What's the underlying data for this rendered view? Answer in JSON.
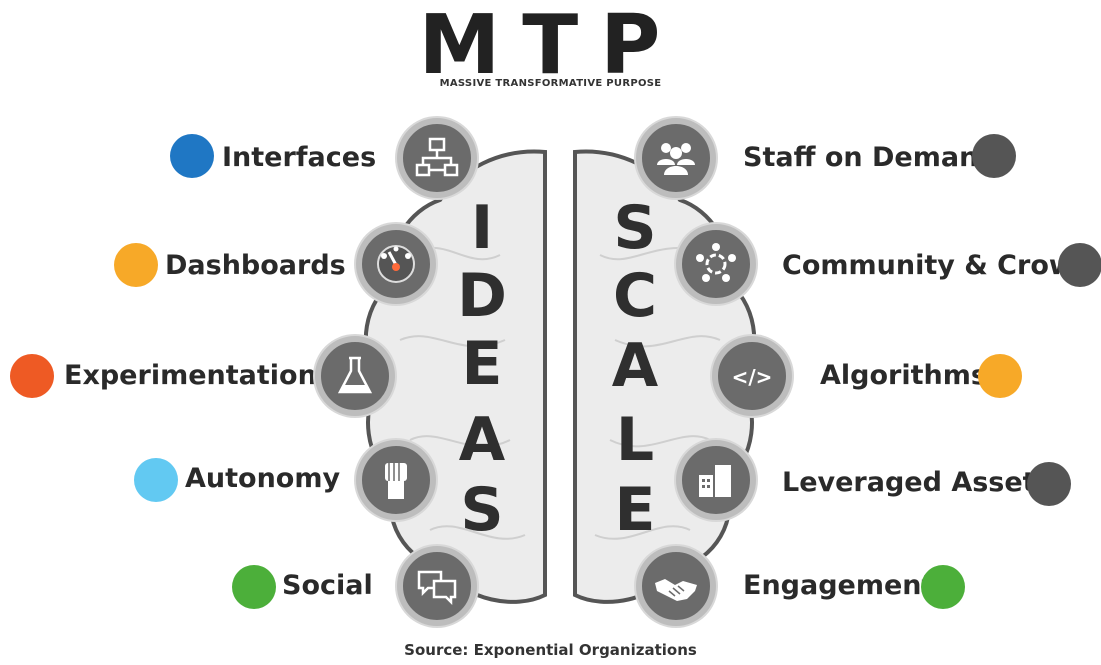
{
  "header": {
    "title": "MTP",
    "subtitle": "MASSIVE TRANSFORMATIVE PURPOSE"
  },
  "left_word": [
    "I",
    "D",
    "E",
    "A",
    "S"
  ],
  "right_word": [
    "S",
    "C",
    "A",
    "L",
    "E"
  ],
  "left_items": [
    {
      "label": "Interfaces",
      "color": "#1f77c4",
      "icon": "flowchart-icon"
    },
    {
      "label": "Dashboards",
      "color": "#f7a928",
      "icon": "dashboard-gauge-icon"
    },
    {
      "label": "Experimentation",
      "color": "#ee5a24",
      "icon": "flask-icon"
    },
    {
      "label": "Autonomy",
      "color": "#62c9f2",
      "icon": "fist-icon"
    },
    {
      "label": "Social",
      "color": "#4caf3a",
      "icon": "chat-bubbles-icon"
    }
  ],
  "right_items": [
    {
      "label": "Staff on Demand",
      "color": "#555555",
      "icon": "people-group-icon"
    },
    {
      "label": "Community & Crowd",
      "color": "#555555",
      "icon": "community-circle-icon"
    },
    {
      "label": "Algorithms",
      "color": "#f7a928",
      "icon": "code-brackets-icon"
    },
    {
      "label": "Leveraged Assets",
      "color": "#555555",
      "icon": "rental-building-icon"
    },
    {
      "label": "Engagement",
      "color": "#4caf3a",
      "icon": "handshake-icon"
    }
  ],
  "footer": {
    "source": "Source: Exponential Organizations"
  }
}
